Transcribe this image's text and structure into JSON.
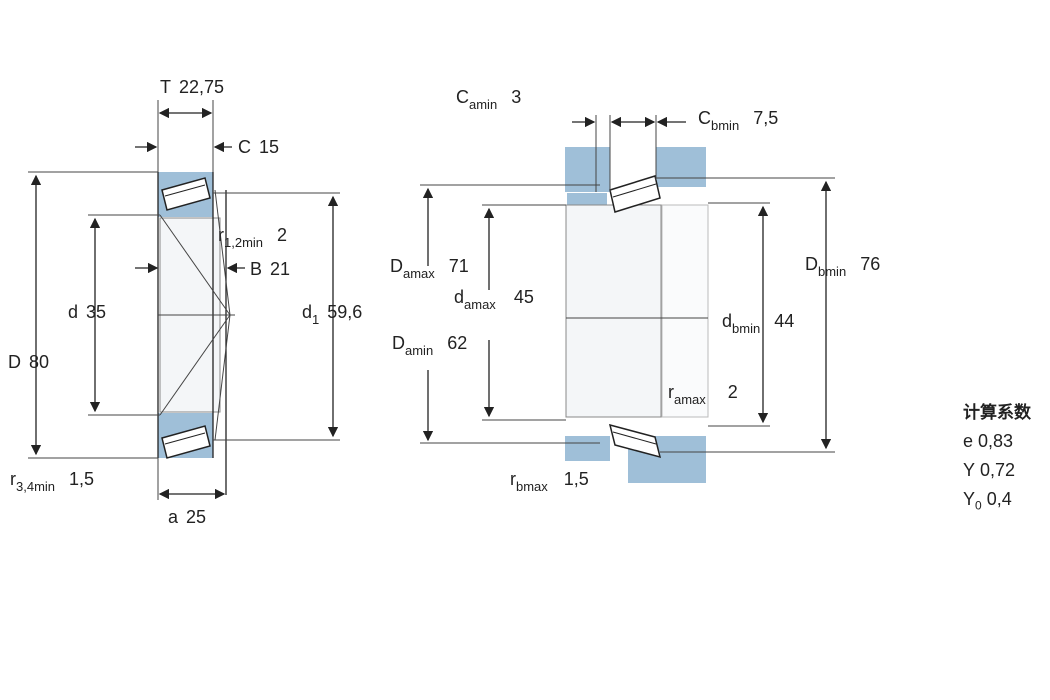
{
  "left_view": {
    "T": {
      "sym": "T",
      "val": "22,75"
    },
    "C": {
      "sym": "C",
      "val": "15"
    },
    "r12": {
      "sym": "r",
      "sub": "1,2min",
      "val": "2"
    },
    "B": {
      "sym": "B",
      "val": "21"
    },
    "d": {
      "sym": "d",
      "val": "35"
    },
    "d1": {
      "sym": "d",
      "sub": "1",
      "val": "59,6"
    },
    "D": {
      "sym": "D",
      "val": "80"
    },
    "r34": {
      "sym": "r",
      "sub": "3,4min",
      "val": "1,5"
    },
    "a": {
      "sym": "a",
      "val": "25"
    }
  },
  "right_view": {
    "Camin": {
      "sym": "C",
      "sub": "amin",
      "val": "3"
    },
    "Cbmin": {
      "sym": "C",
      "sub": "bmin",
      "val": "7,5"
    },
    "Damax": {
      "sym": "D",
      "sub": "amax",
      "val": "71"
    },
    "damax": {
      "sym": "d",
      "sub": "amax",
      "val": "45"
    },
    "Damin": {
      "sym": "D",
      "sub": "amin",
      "val": "62"
    },
    "Dbmin": {
      "sym": "D",
      "sub": "bmin",
      "val": "76"
    },
    "dbmin": {
      "sym": "d",
      "sub": "bmin",
      "val": "44"
    },
    "ramax": {
      "sym": "r",
      "sub": "amax",
      "val": "2"
    },
    "rbmax": {
      "sym": "r",
      "sub": "bmax",
      "val": "1,5"
    }
  },
  "factors": {
    "heading": "计算系数",
    "e": {
      "sym": "e",
      "val": "0,83"
    },
    "Y": {
      "sym": "Y",
      "val": "0,72"
    },
    "Y0": {
      "sym": "Y",
      "sub": "0",
      "val": "0,4"
    }
  },
  "colors": {
    "abutment": "#9fbfd8",
    "line": "#222222"
  }
}
